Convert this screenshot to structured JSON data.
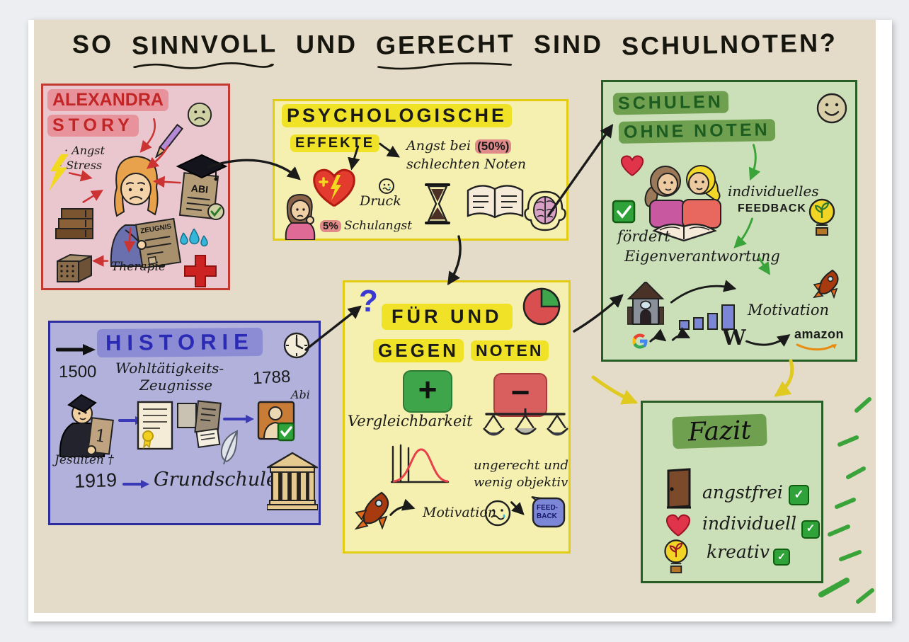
{
  "title": {
    "words": [
      "SO",
      "SINNVOLL",
      "UND",
      "GERECHT",
      "SIND",
      "SCHULNOTEN?"
    ]
  },
  "alexandra": {
    "title1": "ALEXANDRA",
    "title2": "STORY",
    "bullet1": "Angst",
    "bullet2": "Stress",
    "abi": "ABI",
    "zeugnis": "ZEUGNIS",
    "therapie": "Therapie"
  },
  "psych": {
    "title1": "PSYCHOLOGISCHE",
    "title2": "EFFEKTE",
    "angst1": "Angst bei",
    "pct50": "(50%)",
    "angst2": "schlechten Noten",
    "druck": "Druck",
    "pct5": "5%",
    "schulangst": "Schulangst"
  },
  "schulen": {
    "title1": "SCHULEN",
    "title2": "OHNE NOTEN",
    "feedback1": "individuelles",
    "feedback2": "FEEDBACK",
    "foerdert1": "fördert",
    "foerdert2": "Eigenverantwortung",
    "motivation": "Motivation",
    "google": "G",
    "wiki": "W",
    "amazon": "amazon"
  },
  "historie": {
    "title": "HISTORIE",
    "y1500": "1500",
    "zeugnisse1": "Wohltätigkeits-",
    "zeugnisse2": "Zeugnisse",
    "y1788": "1788",
    "abi": "Abi",
    "card": "1",
    "jesuiten": "Jesuiten †",
    "y1919": "1919",
    "grundschule": "Grundschule"
  },
  "zentral": {
    "frage": "?",
    "title1": "FÜR UND",
    "title2a": "GEGEN",
    "title2b": "NOTEN",
    "plus": "+",
    "minus": "−",
    "vergleichbarkeit": "Vergleichbarkeit",
    "ungerecht1": "ungerecht und",
    "ungerecht2": "wenig objektiv",
    "motivation": "Motivation",
    "feedback1": "FEED-",
    "feedback2": "BACK"
  },
  "fazit": {
    "title": "Fazit",
    "check": "✓",
    "items": [
      {
        "label": "angstfrei"
      },
      {
        "label": "individuell"
      },
      {
        "label": "kreativ"
      }
    ]
  },
  "colors": {
    "canvas": "#e4dcc9",
    "frame": "#eceef1",
    "page": "#ffffff",
    "pink_fill": "#eac6ce",
    "pink_border": "#c23a32",
    "red_text": "#c22525",
    "yellow_fill": "#f5f0b0",
    "yellow_border": "#e2cc14",
    "green_fill": "#cbdfb8",
    "green_border": "#265e26",
    "green_text": "#1d5c20",
    "blue_fill": "#b1b1dc",
    "blue_border": "#2d2da0",
    "blue_text": "#2a2ab4",
    "hl_yellow": "#f0e226",
    "hl_green": "#6fa050",
    "hl_blue": "#8c8cd4",
    "hl_red": "#e8939b",
    "hl_pink": "#e08a8a",
    "arrow_yellow": "#e0ca20",
    "arrow_green": "#3aa43a",
    "arrow_red": "#cc3333",
    "ink": "#1a1a1a"
  },
  "icons": {
    "sad-face-icon": "☹",
    "smiley-icon": "☺",
    "heart-icon": "♥",
    "check-icon": "✓",
    "lightning-icon": "⚡",
    "pencil-icon": "✎",
    "cross-icon": "＋",
    "clock-icon": "🕑",
    "hourglass-icon": "⌛",
    "book-icon": "📖",
    "bulb-icon": "💡",
    "rocket-icon": "🚀",
    "scales-icon": "⚖",
    "pie-chart-icon": "◔",
    "door-icon": "🚪",
    "feather-icon": "🪶",
    "temple-icon": "🏛",
    "house-icon": "🏠",
    "brain-icon": "🧠",
    "tears-icon": "💧"
  }
}
